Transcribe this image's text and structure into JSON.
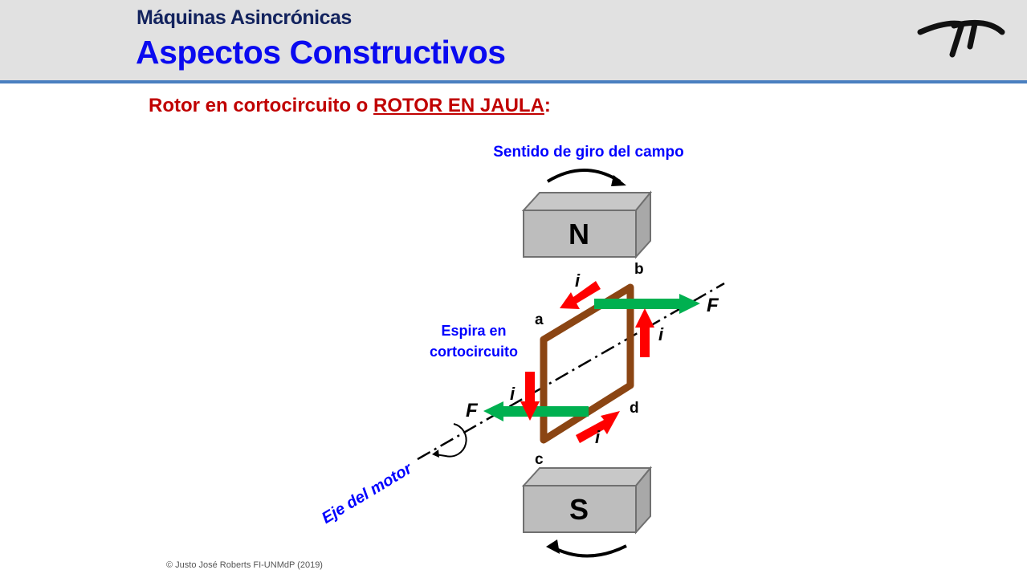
{
  "header": {
    "subtitle": "Máquinas Asincrónicas",
    "title": "Aspectos Constructivos"
  },
  "heading": {
    "prefix": "Rotor en cortocircuito o ",
    "emphasis": "ROTOR EN JAULA",
    "suffix": ":"
  },
  "diagram": {
    "field_rotation_label": "Sentido de giro del campo",
    "north_label": "N",
    "south_label": "S",
    "loop_label_line1": "Espira en",
    "loop_label_line2": "cortocircuito",
    "axis_label": "Eje del motor",
    "corner_a": "a",
    "corner_b": "b",
    "corner_c": "c",
    "corner_d": "d",
    "current_label": "i",
    "force_label": "F",
    "colors": {
      "loop": "#8b4513",
      "current": "#ff0000",
      "force": "#00b050",
      "label": "#0000ff"
    }
  },
  "footer": {
    "text": "© Justo José Roberts FI-UNMdP (2019)"
  }
}
